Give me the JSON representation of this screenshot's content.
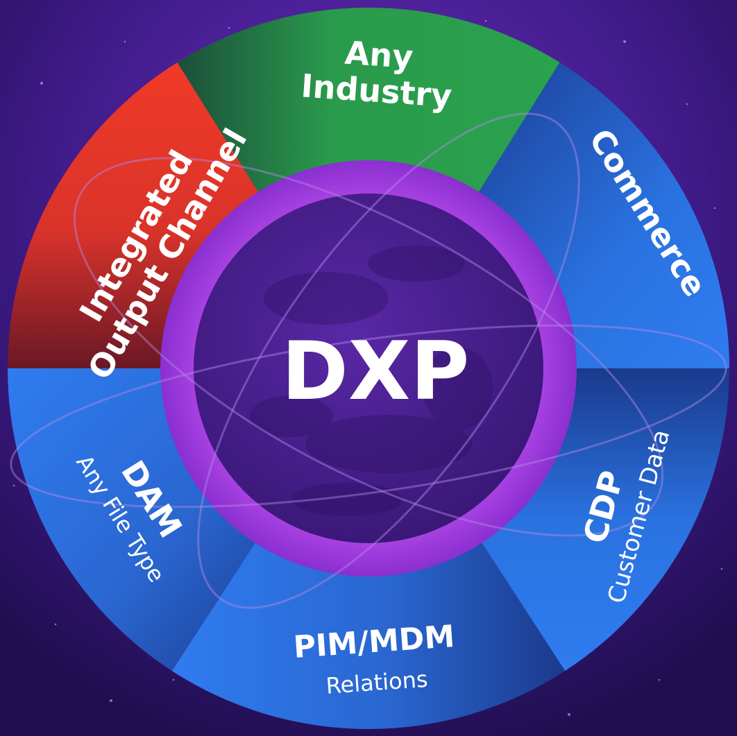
{
  "center": {
    "label": "DXP"
  },
  "segments": [
    {
      "id": "industry",
      "title_lines": [
        "Any",
        "Industry"
      ],
      "subtitle": "",
      "color": "#2a9a4c",
      "color_dark": "#1e5f3b"
    },
    {
      "id": "commerce",
      "title_lines": [
        "Commerce"
      ],
      "subtitle": "",
      "color": "#2a72e0",
      "color_dark": "#1c3f96"
    },
    {
      "id": "cdp",
      "title_lines": [
        "CDP"
      ],
      "subtitle": "Customer Data",
      "color": "#2a72e0",
      "color_dark": "#1c3f96"
    },
    {
      "id": "pim",
      "title_lines": [
        "PIM/MDM"
      ],
      "subtitle": "Relations",
      "color": "#2a72e0",
      "color_dark": "#1c3f96"
    },
    {
      "id": "dam",
      "title_lines": [
        "DAM"
      ],
      "subtitle": "Any File Type",
      "color": "#2a72e0",
      "color_dark": "#1c3f96"
    },
    {
      "id": "output",
      "title_lines": [
        "Integrated",
        "Output Channel"
      ],
      "subtitle": "",
      "color": "#ee3a2a",
      "color_dark": "#7a1a22"
    }
  ],
  "colors": {
    "background": "#2a1463",
    "background_light": "#5a2aa8",
    "planet_ring": "#a43ee6",
    "planet": "#4a1f8c",
    "planet_dark": "#35156b"
  }
}
